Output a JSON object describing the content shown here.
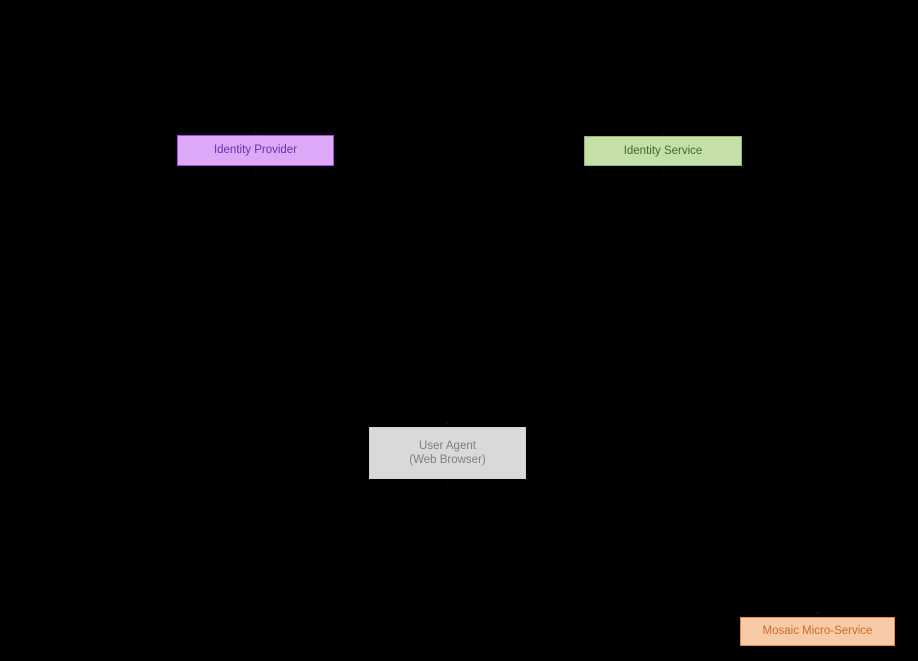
{
  "diagram": {
    "background_color": "#000000",
    "type": "sequence-diagram",
    "participants": [
      {
        "id": "identity-provider",
        "label": "Identity Provider",
        "fill_color": "#DDA8F8",
        "border_color": "#A84AE0",
        "text_color": "#6B2FA8"
      },
      {
        "id": "identity-service",
        "label": "Identity Service",
        "fill_color": "#C5DFA9",
        "border_color": "#8FB86D",
        "text_color": "#3F6B29"
      },
      {
        "id": "user-agent",
        "label_line1": "User Agent",
        "label_line2": "(Web Browser)",
        "fill_color": "#D9D9D9",
        "border_color": "#D0D0D0",
        "text_color": "#7F7F7F"
      },
      {
        "id": "mosaic-micro-service",
        "label": "Mosaic Micro-Service",
        "fill_color": "#F7CBA7",
        "border_color": "#E08A46",
        "text_color": "#D2691E"
      }
    ]
  }
}
